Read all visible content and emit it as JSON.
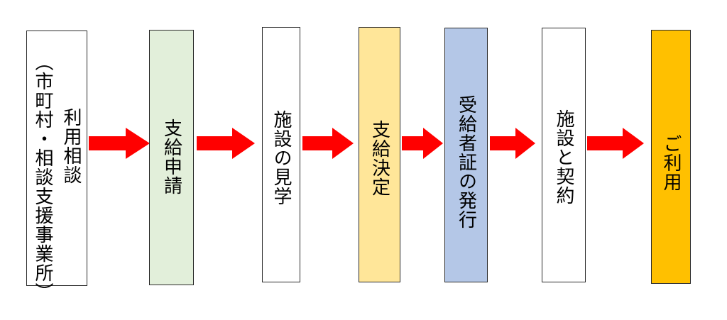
{
  "steps": [
    {
      "id": "consultation",
      "lines": [
        "利用相談",
        "（市町村・相談支援事業所）"
      ],
      "fill": "#ffffff"
    },
    {
      "id": "application",
      "lines": [
        "支給申請"
      ],
      "fill": "#e2efda"
    },
    {
      "id": "facility-visit",
      "lines": [
        "施設の見学"
      ],
      "fill": "#ffffff"
    },
    {
      "id": "decision",
      "lines": [
        "支給決定"
      ],
      "fill": "#ffe699"
    },
    {
      "id": "certificate",
      "lines": [
        "受給者証の発行"
      ],
      "fill": "#b4c7e7"
    },
    {
      "id": "contract",
      "lines": [
        "施設と契約"
      ],
      "fill": "#ffffff"
    },
    {
      "id": "use",
      "lines": [
        "ご利用"
      ],
      "fill": "#ffc000"
    }
  ],
  "colors": {
    "arrow": "#ff0000",
    "border": "#2b2b2b"
  }
}
